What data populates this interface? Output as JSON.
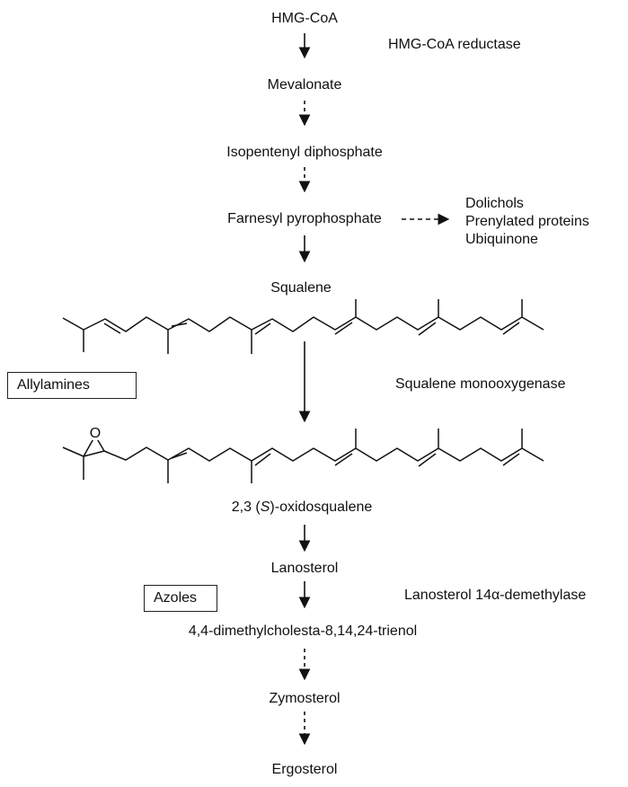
{
  "compounds": {
    "hmg_coa": "HMG-CoA",
    "mevalonate": "Mevalonate",
    "ipp": "Isopentenyl diphosphate",
    "fpp": "Farnesyl pyrophosphate",
    "squalene": "Squalene",
    "oxido_prefix": "2,3 (",
    "oxido_stereo": "S",
    "oxido_suffix": ")-oxidosqualene",
    "lanosterol": "Lanosterol",
    "trienol": "4,4-dimethylcholesta-8,14,24-trienol",
    "zymosterol": "Zymosterol",
    "ergosterol": "Ergosterol"
  },
  "enzymes": {
    "hmg_reductase": "HMG-CoA reductase",
    "squalene_monooxygenase": "Squalene monooxygenase",
    "lanosterol_demethylase": "Lanosterol 14α-demethylase"
  },
  "side_products": [
    "Dolichols",
    "Prenylated proteins",
    "Ubiquinone"
  ],
  "inhibitors": {
    "allylamines": "Allylamines",
    "azoles": "Azoles"
  },
  "epoxide_atom": "O"
}
